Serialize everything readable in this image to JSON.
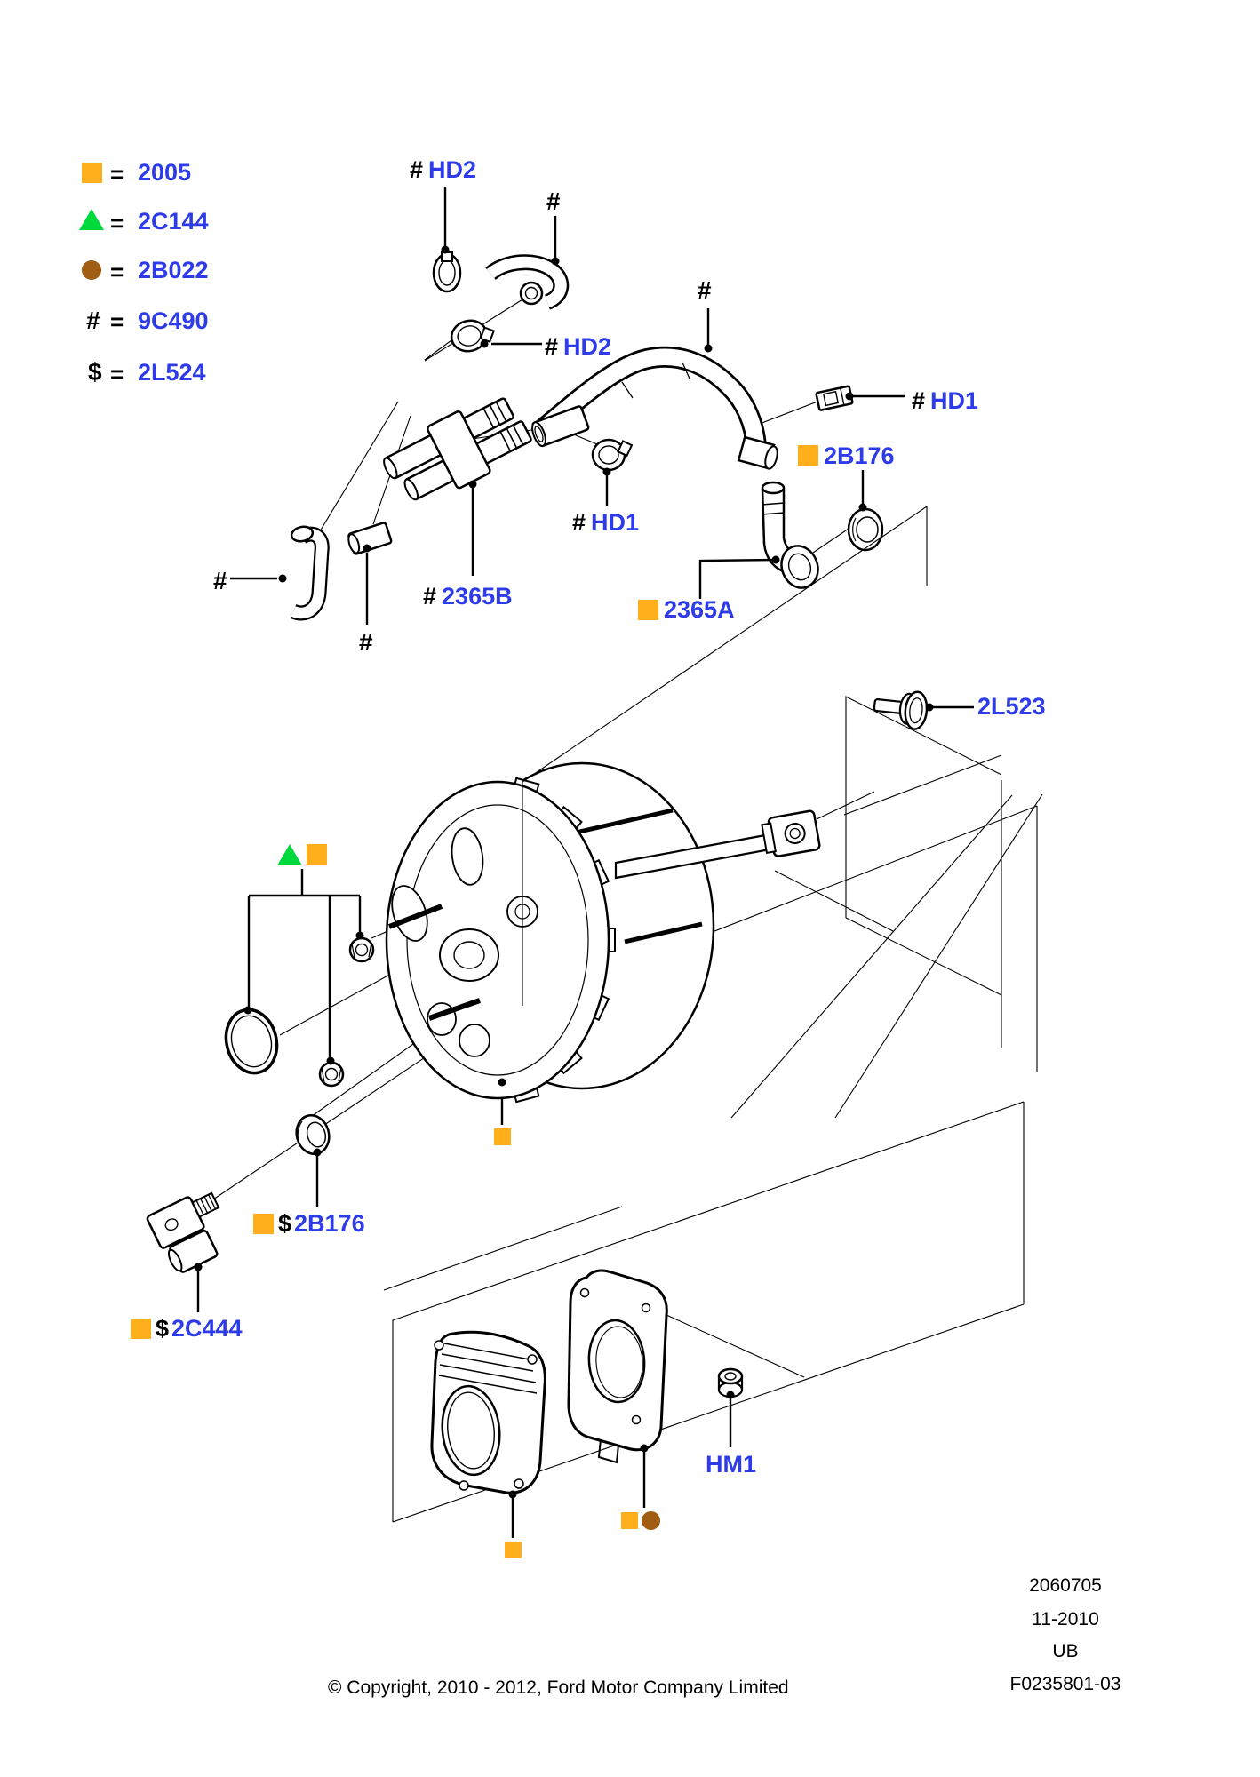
{
  "title": "Ford brake booster exploded parts diagram",
  "legend": {
    "equals": "=",
    "items": [
      {
        "icon": "orange-square-icon",
        "code": "2005"
      },
      {
        "icon": "green-triangle-icon",
        "code": "2C144"
      },
      {
        "icon": "brown-circle-icon",
        "code": "2B022"
      },
      {
        "icon": "hash-symbol",
        "symbol": "#",
        "code": "9C490"
      },
      {
        "icon": "dollar-symbol",
        "symbol": "$",
        "code": "2L524"
      }
    ]
  },
  "callouts": {
    "hd2_top": {
      "prefix": "#",
      "code": "HD2"
    },
    "hash_elbow_top": {
      "prefix": "#"
    },
    "hash_hose": {
      "prefix": "#"
    },
    "hd2_mid": {
      "prefix": "#",
      "code": "HD2"
    },
    "hd1_right": {
      "prefix": "#",
      "code": "HD1"
    },
    "part_2b176_upper": {
      "code": "2B176"
    },
    "hash_elbow_left": {
      "prefix": "#"
    },
    "hash_cylinder": {
      "prefix": "#"
    },
    "hd1_mid": {
      "prefix": "#",
      "code": "HD1"
    },
    "part_2365b": {
      "prefix": "#",
      "code": "2365B"
    },
    "part_2365a": {
      "code": "2365A"
    },
    "part_2l523": {
      "code": "2L523"
    },
    "part_2b176_lower": {
      "prefix": "$",
      "code": "2B176"
    },
    "part_2c444": {
      "prefix": "$",
      "code": "2C444"
    },
    "part_hm1": {
      "code": "HM1"
    }
  },
  "footer": {
    "part_number": "2060705",
    "date": "11-2010",
    "code": "UB",
    "drawing_number": "F0235801-03",
    "copyright": "© Copyright, 2010 - 2012, Ford Motor Company Limited"
  },
  "colors": {
    "label_blue": "#2E3BE8",
    "marker_orange": "#FFAF1C",
    "marker_green": "#00D93C",
    "marker_brown": "#A15C13"
  }
}
